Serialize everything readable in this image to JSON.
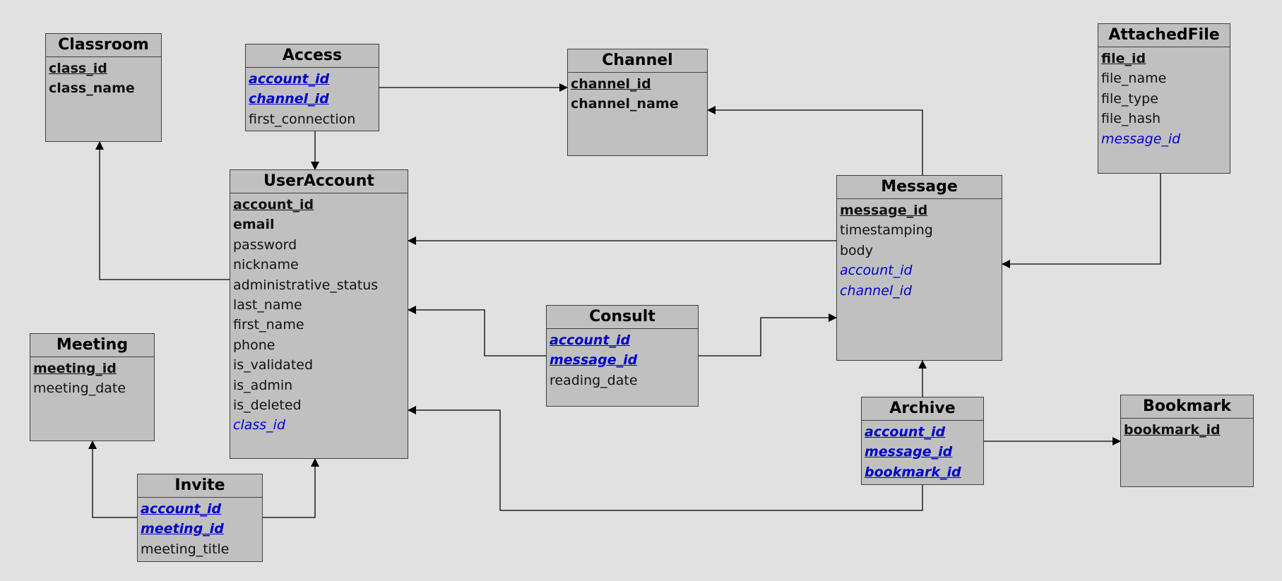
{
  "entities": {
    "classroom": {
      "name": "Classroom",
      "fields": [
        {
          "label": "class_id",
          "kind": "pk"
        },
        {
          "label": "class_name",
          "kind": "uniq"
        }
      ]
    },
    "access": {
      "name": "Access",
      "fields": [
        {
          "label": "account_id",
          "kind": "pkfk"
        },
        {
          "label": "channel_id",
          "kind": "pkfk"
        },
        {
          "label": "first_connection",
          "kind": "attr"
        }
      ]
    },
    "channel": {
      "name": "Channel",
      "fields": [
        {
          "label": "channel_id",
          "kind": "pk"
        },
        {
          "label": "channel_name",
          "kind": "uniq"
        }
      ]
    },
    "attachedfile": {
      "name": "AttachedFile",
      "fields": [
        {
          "label": "file_id",
          "kind": "pk"
        },
        {
          "label": "file_name",
          "kind": "attr"
        },
        {
          "label": "file_type",
          "kind": "attr"
        },
        {
          "label": "file_hash",
          "kind": "attr"
        },
        {
          "label": "message_id",
          "kind": "fk"
        }
      ]
    },
    "useraccount": {
      "name": "UserAccount",
      "fields": [
        {
          "label": "account_id",
          "kind": "pk"
        },
        {
          "label": "email",
          "kind": "uniq"
        },
        {
          "label": "password",
          "kind": "attr"
        },
        {
          "label": "nickname",
          "kind": "attr"
        },
        {
          "label": "administrative_status",
          "kind": "attr"
        },
        {
          "label": "last_name",
          "kind": "attr"
        },
        {
          "label": "first_name",
          "kind": "attr"
        },
        {
          "label": "phone",
          "kind": "attr"
        },
        {
          "label": "is_validated",
          "kind": "attr"
        },
        {
          "label": "is_admin",
          "kind": "attr"
        },
        {
          "label": "is_deleted",
          "kind": "attr"
        },
        {
          "label": "class_id",
          "kind": "fk"
        }
      ]
    },
    "message": {
      "name": "Message",
      "fields": [
        {
          "label": "message_id",
          "kind": "pk"
        },
        {
          "label": "timestamping",
          "kind": "attr"
        },
        {
          "label": "body",
          "kind": "attr"
        },
        {
          "label": "account_id",
          "kind": "fk"
        },
        {
          "label": "channel_id",
          "kind": "fk"
        }
      ]
    },
    "meeting": {
      "name": "Meeting",
      "fields": [
        {
          "label": "meeting_id",
          "kind": "pk"
        },
        {
          "label": "meeting_date",
          "kind": "attr"
        }
      ]
    },
    "consult": {
      "name": "Consult",
      "fields": [
        {
          "label": "account_id",
          "kind": "pkfk"
        },
        {
          "label": "message_id",
          "kind": "pkfk"
        },
        {
          "label": "reading_date",
          "kind": "attr"
        }
      ]
    },
    "archive": {
      "name": "Archive",
      "fields": [
        {
          "label": "account_id",
          "kind": "pkfk"
        },
        {
          "label": "message_id",
          "kind": "pkfk"
        },
        {
          "label": "bookmark_id",
          "kind": "pkfk"
        }
      ]
    },
    "bookmark": {
      "name": "Bookmark",
      "fields": [
        {
          "label": "bookmark_id",
          "kind": "pk"
        }
      ]
    },
    "invite": {
      "name": "Invite",
      "fields": [
        {
          "label": "account_id",
          "kind": "pkfk"
        },
        {
          "label": "meeting_id",
          "kind": "pkfk"
        },
        {
          "label": "meeting_title",
          "kind": "attr"
        }
      ]
    }
  },
  "colors": {
    "background": "#e1e1e1",
    "entity_fill": "#c0c0c0",
    "foreign_key_text": "#0000cc",
    "line": "#000000"
  },
  "relationships": [
    {
      "from": "access",
      "to": "channel"
    },
    {
      "from": "access",
      "to": "useraccount"
    },
    {
      "from": "useraccount",
      "to": "classroom"
    },
    {
      "from": "message",
      "to": "channel"
    },
    {
      "from": "message",
      "to": "useraccount"
    },
    {
      "from": "attachedfile",
      "to": "message"
    },
    {
      "from": "consult",
      "to": "useraccount"
    },
    {
      "from": "consult",
      "to": "message"
    },
    {
      "from": "archive",
      "to": "message"
    },
    {
      "from": "archive",
      "to": "bookmark"
    },
    {
      "from": "archive",
      "to": "useraccount"
    },
    {
      "from": "invite",
      "to": "meeting"
    },
    {
      "from": "invite",
      "to": "useraccount"
    }
  ]
}
